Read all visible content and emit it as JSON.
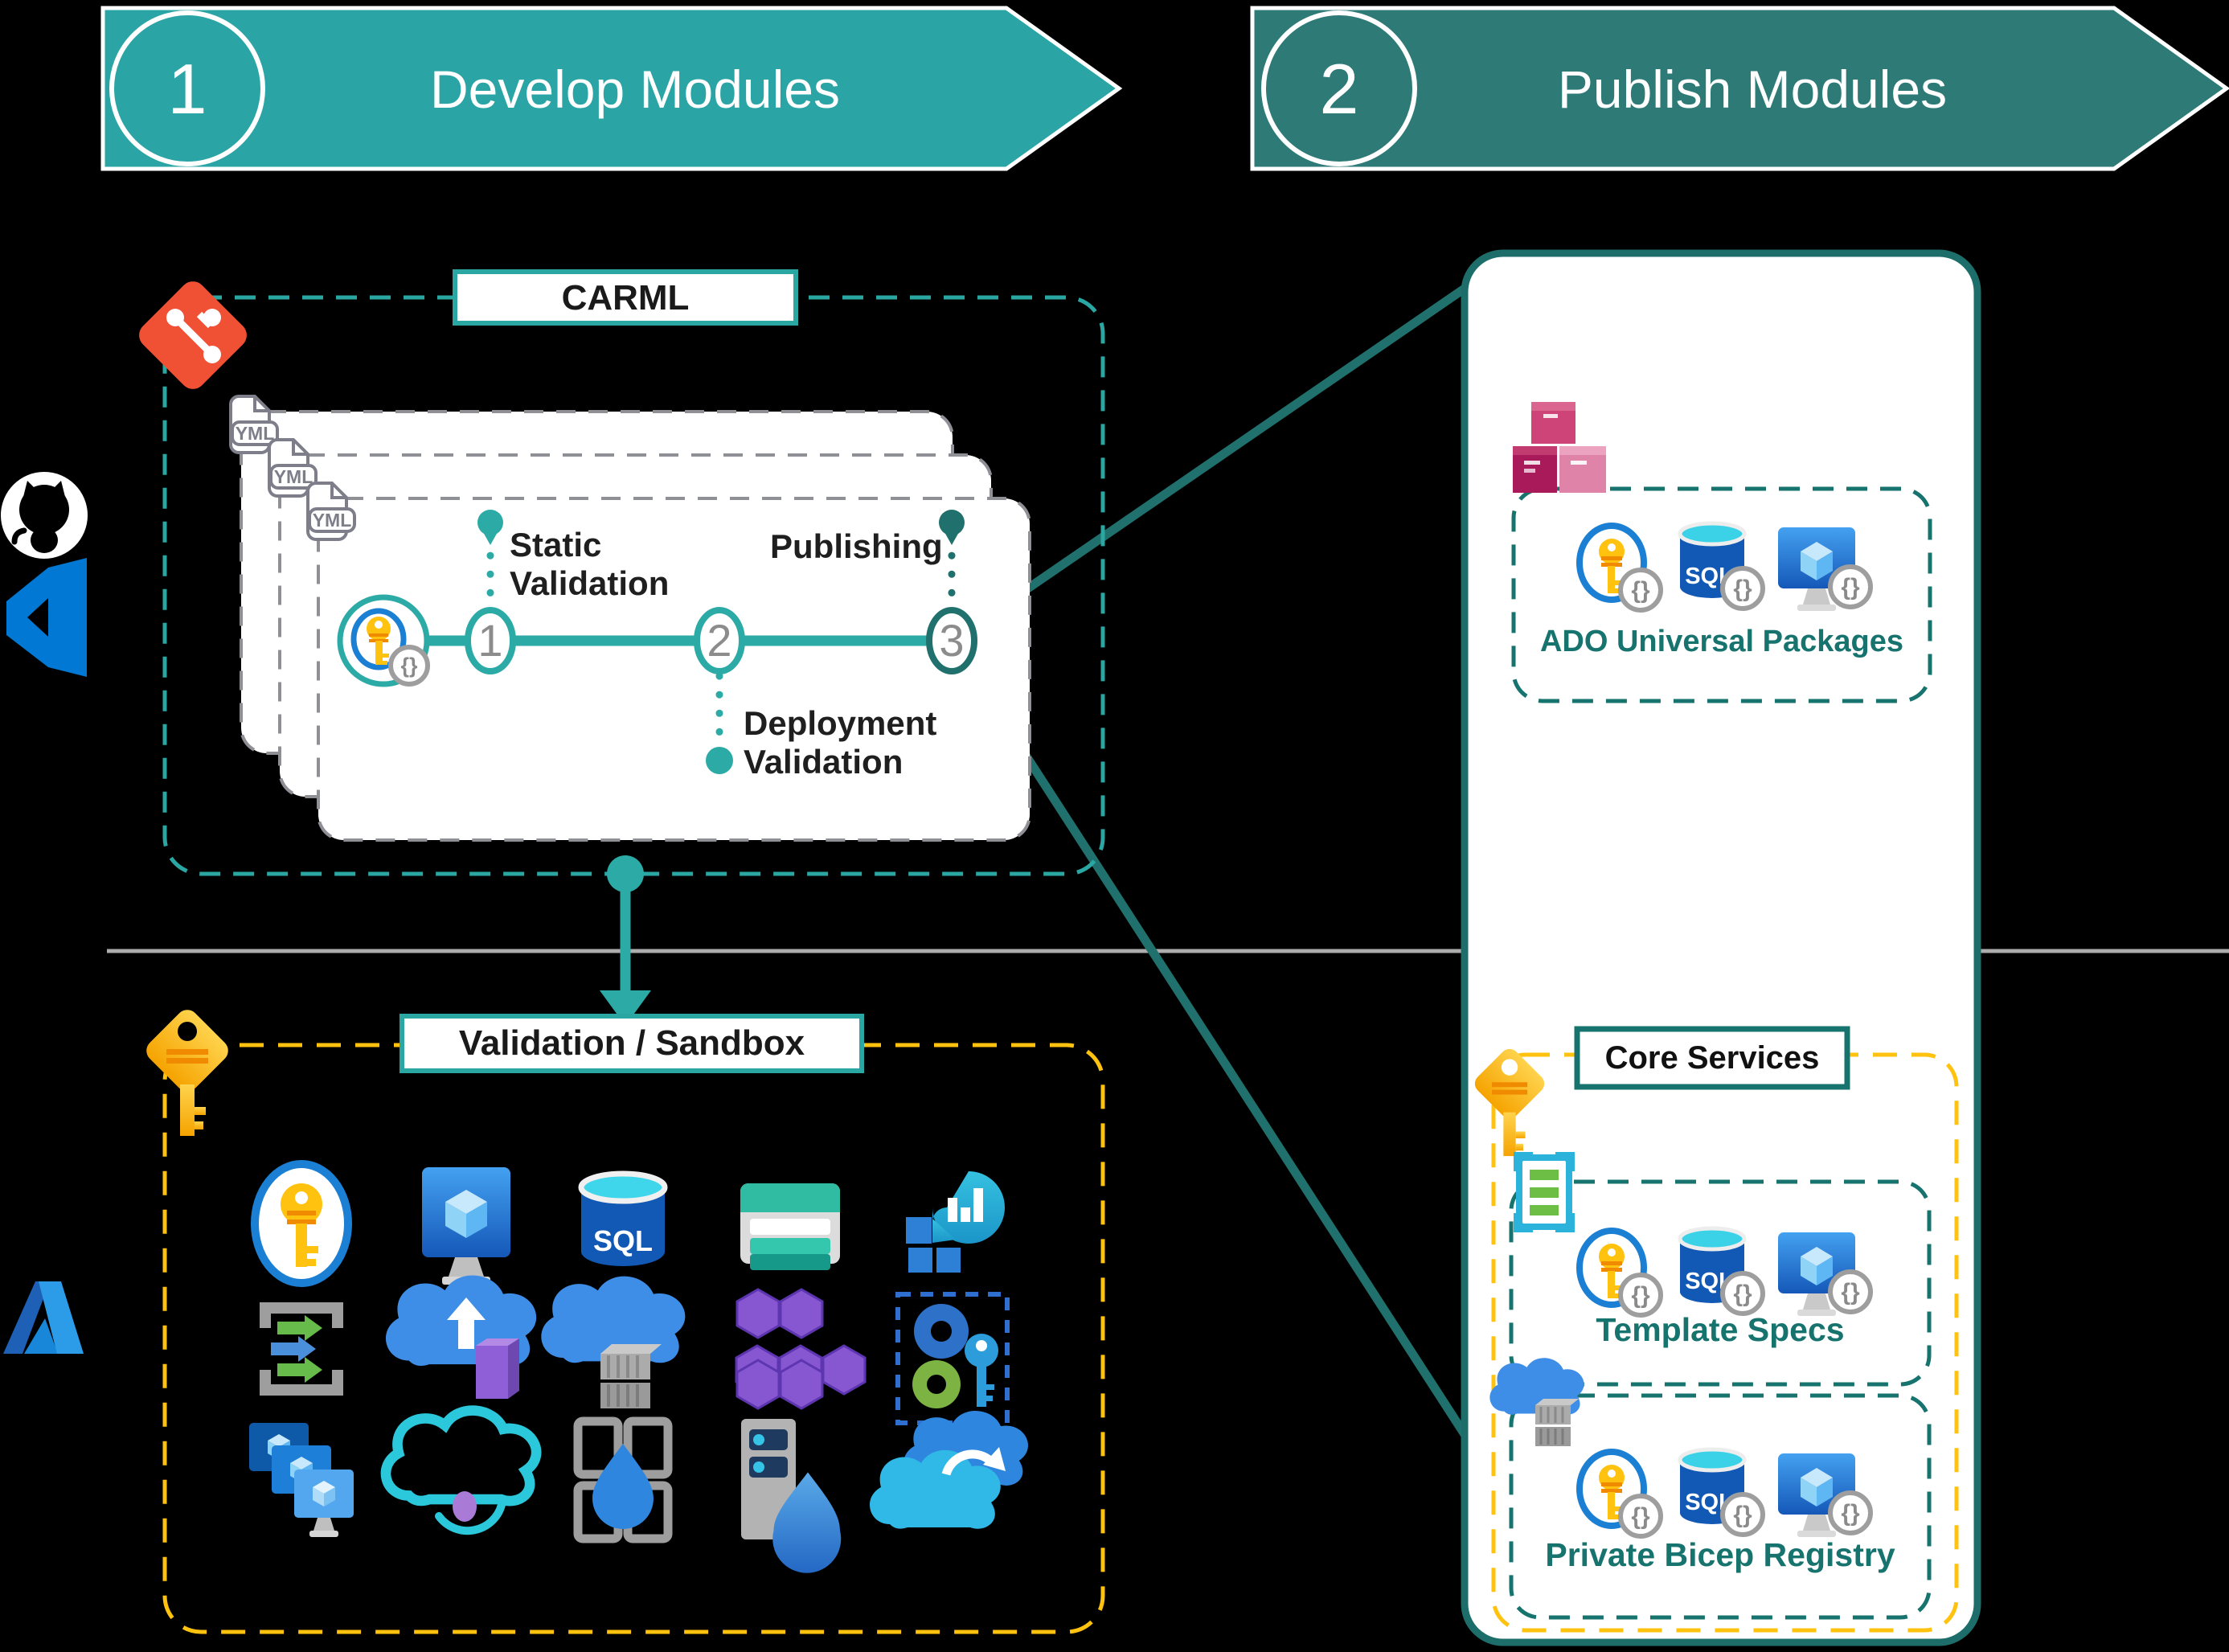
{
  "banners": [
    {
      "number": "1",
      "label": "Develop Modules",
      "color": "#2AA4A4"
    },
    {
      "number": "2",
      "label": "Publish Modules",
      "color": "#2E7A77"
    }
  ],
  "left_rail": {
    "icons": [
      "github",
      "azure-devops",
      "azure"
    ]
  },
  "carml": {
    "title": "CARML",
    "corner_icon": "git",
    "yml_label": "YML",
    "pipeline": {
      "start_icon": "key-vault-code",
      "steps": [
        {
          "number": "1",
          "label_line1": "Static",
          "label_line2": "Validation"
        },
        {
          "number": "2",
          "label_line1": "Deployment",
          "label_line2": "Validation"
        },
        {
          "number": "3",
          "label_line1": "Publishing",
          "label_line2": ""
        }
      ]
    }
  },
  "sandbox": {
    "title": "Validation / Sandbox",
    "corner_icon": "key",
    "icon_names": [
      "key-vault",
      "virtual-machine",
      "sql-database",
      "storage-table",
      "monitor-dashboard",
      "data-recovery",
      "cloud-deploy",
      "container-instances",
      "service-fabric",
      "managed-identity",
      "vm-scale-set",
      "cloud-services",
      "container-groups",
      "server-storage",
      "cloud-sync"
    ]
  },
  "publish_panel": {
    "ado_box": {
      "label": "ADO Universal Packages",
      "corner_icon": "packages",
      "icons": [
        "key-vault-code",
        "sql-database-code",
        "virtual-machine-code"
      ]
    },
    "core_services": {
      "title": "Core Services",
      "corner_icon": "key",
      "template_specs": {
        "label": "Template Specs",
        "corner_icon": "template-spec",
        "icons": [
          "key-vault-code",
          "sql-database-code",
          "virtual-machine-code"
        ]
      },
      "bicep_registry": {
        "label": "Private Bicep Registry",
        "corner_icon": "container-registry",
        "icons": [
          "key-vault-code",
          "sql-database-code",
          "virtual-machine-code"
        ]
      }
    }
  },
  "icon_labels": {
    "sql": "SQL",
    "braces": "{}"
  },
  "colors": {
    "teal": "#2BA7A3",
    "teal_dark": "#20716E",
    "panel_border": "#1D6E6B",
    "banner1": "#2AA4A4",
    "banner2": "#2E7A77",
    "yellow": "#FFC20E",
    "git_orange": "#F05033",
    "label_teal": "#17736E",
    "gray_line": "#ADADAD",
    "key_yellow": "#FFC20E",
    "azure_blue": "#0078D4"
  }
}
